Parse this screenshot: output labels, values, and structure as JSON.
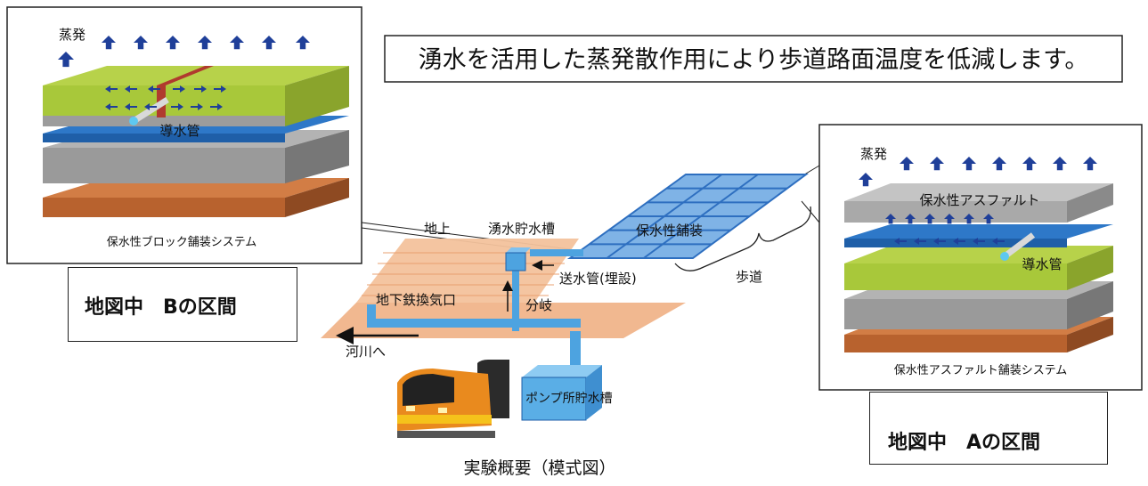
{
  "headline": "湧水を活用した蒸発散作用により歩道路面温度を低減します。",
  "caption": "実験概要（模式図）",
  "panel_b": {
    "evaporation_label": "蒸発",
    "pipe_label": "導水管",
    "system_label": "保水性ブロック舗装システム",
    "map_label": "地図中　Bの区間"
  },
  "panel_a": {
    "evaporation_label": "蒸発",
    "asphalt_label": "保水性アスファルト",
    "pipe_label": "導水管",
    "system_label": "保水性アスファルト舗装システム",
    "map_label": "地図中　Aの区間"
  },
  "center": {
    "ground_label": "地上",
    "spring_tank_label": "湧水貯水槽",
    "pavement_label": "保水性舗装",
    "supply_pipe_label": "送水管(埋設)",
    "sidewalk_label": "歩道",
    "subway_vent_label": "地下鉄換気口",
    "branch_label": "分岐",
    "river_label": "河川へ",
    "pump_tank_label": "ポンプ所貯水槽"
  },
  "colors": {
    "arrow_blue": "#1f3f99",
    "green_layer": "#a8c83a",
    "blue_layer": "#2e78c8",
    "gray_layer": "#9a9a9a",
    "orange_layer": "#b8622e",
    "ground_orange": "#f0b48a"
  }
}
